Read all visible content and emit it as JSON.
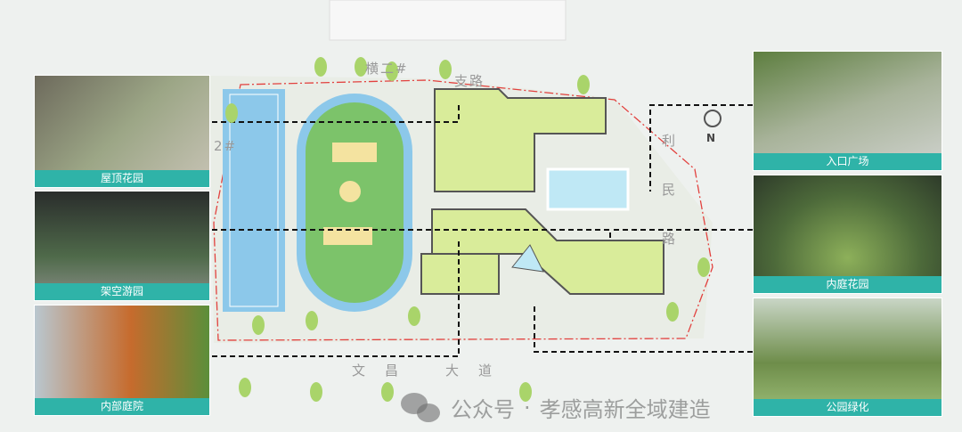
{
  "panels_left": [
    {
      "label": "屋顶花园",
      "colors": [
        "#6d6a5c",
        "#9ca686",
        "#c7c3b5"
      ]
    },
    {
      "label": "架空游园",
      "colors": [
        "#2a2d2c",
        "#4f6a4a",
        "#8a8f88"
      ]
    },
    {
      "label": "内部庭院",
      "colors": [
        "#b9c7cf",
        "#c66b2d",
        "#5b8f3a"
      ]
    }
  ],
  "panels_right": [
    {
      "label": "入口广场",
      "colors": [
        "#a8b39a",
        "#5d7e3f",
        "#d0d3cf"
      ]
    },
    {
      "label": "内庭花园",
      "colors": [
        "#4d6a3a",
        "#8db05a",
        "#2e3b2a"
      ]
    },
    {
      "label": "公园绿化",
      "colors": [
        "#9fc07a",
        "#6e8d4a",
        "#c9d6c6"
      ]
    }
  ],
  "roads": {
    "north": "横二#",
    "north2": "支路",
    "west": "2#",
    "east": "利民路",
    "south1": "文昌",
    "south2": "大道"
  },
  "compass": "N",
  "watermark": {
    "prefix": "公众号",
    "separator": "·",
    "name": "孝感高新全域建造"
  }
}
